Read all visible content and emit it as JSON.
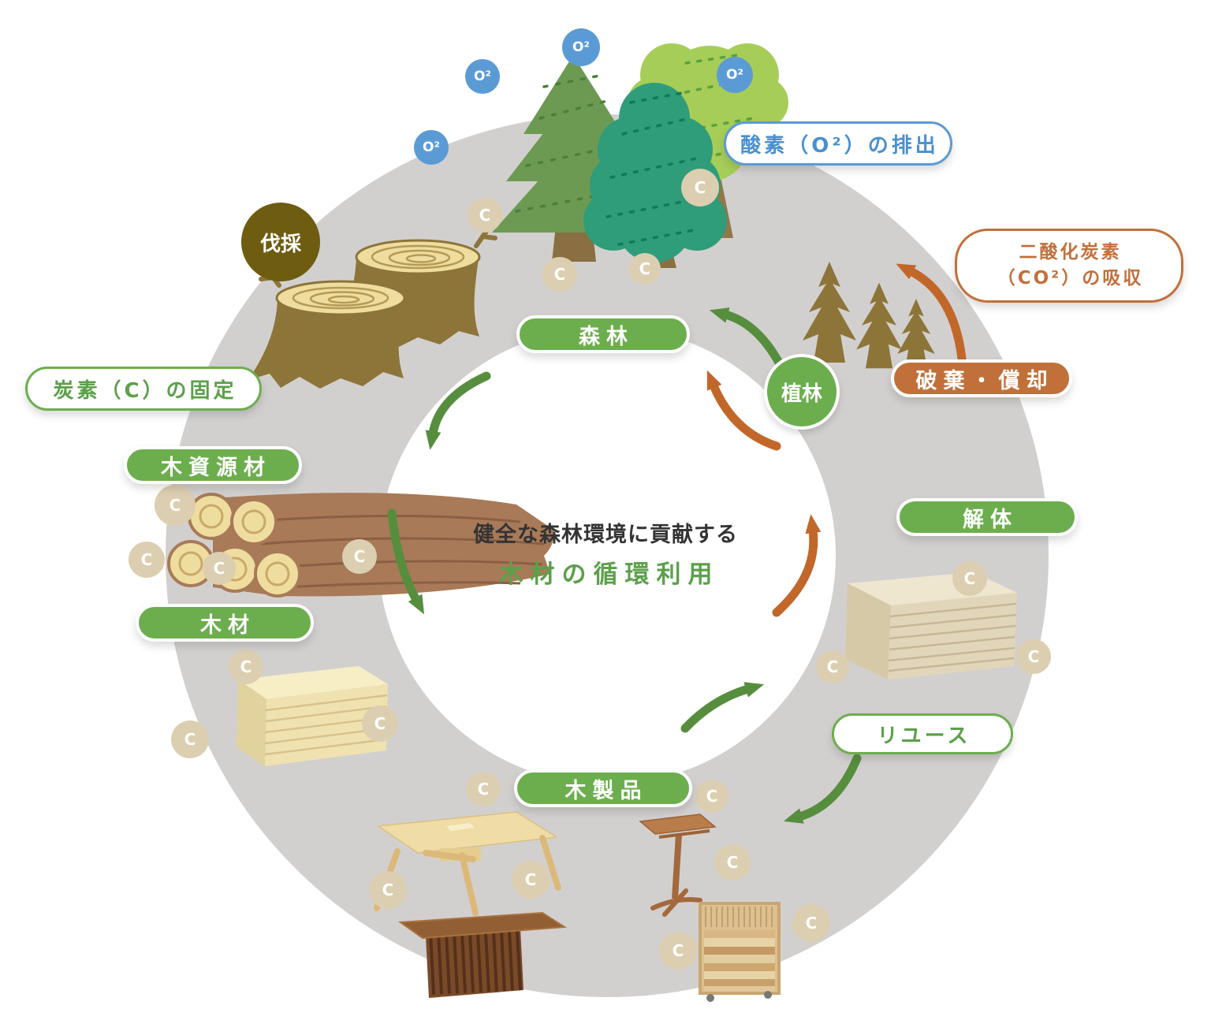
{
  "diagram": {
    "center_line1": "健全な森林環境に貢献する",
    "center_line2": "木材の循環利用"
  },
  "nodes": {
    "forest": "森林",
    "planting": "植林",
    "logging": "伐採",
    "wood_resource": "木資源材",
    "lumber": "木材",
    "wood_products": "木製品",
    "reuse": "リユース",
    "dismantling": "解体",
    "disposal": "破棄・償却"
  },
  "callouts": {
    "oxygen_emission": "酸素（O²）の排出",
    "co2_absorption_line1": "二酸化炭素",
    "co2_absorption_line2": "（CO²）の吸収",
    "carbon_fixation": "炭素（C）の固定"
  },
  "molecules": {
    "oxygen": "O²",
    "carbon": "C"
  },
  "colors": {
    "node_green": "#6cae4e",
    "arrow_green": "#568e3e",
    "node_orange": "#c1703a",
    "arrow_orange": "#c2672a",
    "oxygen_blue": "#5b9bd5",
    "logging_olive": "#6e5c10",
    "ring_gray": "#d2d0cf",
    "carbon_beige": "#dcceb0"
  }
}
